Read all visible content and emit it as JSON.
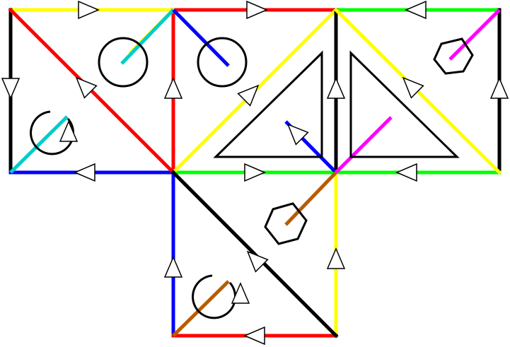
{
  "colors": {
    "background": "#ffffff",
    "black": "#000000",
    "red": "#ff0000",
    "yellow": "#ffff00",
    "green": "#00ff00",
    "blue": "#0000ff",
    "cyan": "#00cccc",
    "magenta": "#ff00ff",
    "brown": "#b85c00",
    "marker_fill": "#ffffff",
    "marker_stroke": "#000000"
  },
  "diagram": {
    "kind": "polyhedron-net",
    "square_faces": 4,
    "triangle_faces": 8,
    "edge_colors": [
      "black",
      "red",
      "yellow",
      "green",
      "blue"
    ],
    "face_marker_icons": [
      "circle-icon",
      "rotation-arrow-icon",
      "hexagon-icon",
      "triangle-icon"
    ],
    "spoke_colors": [
      "cyan",
      "blue",
      "magenta",
      "brown"
    ]
  }
}
